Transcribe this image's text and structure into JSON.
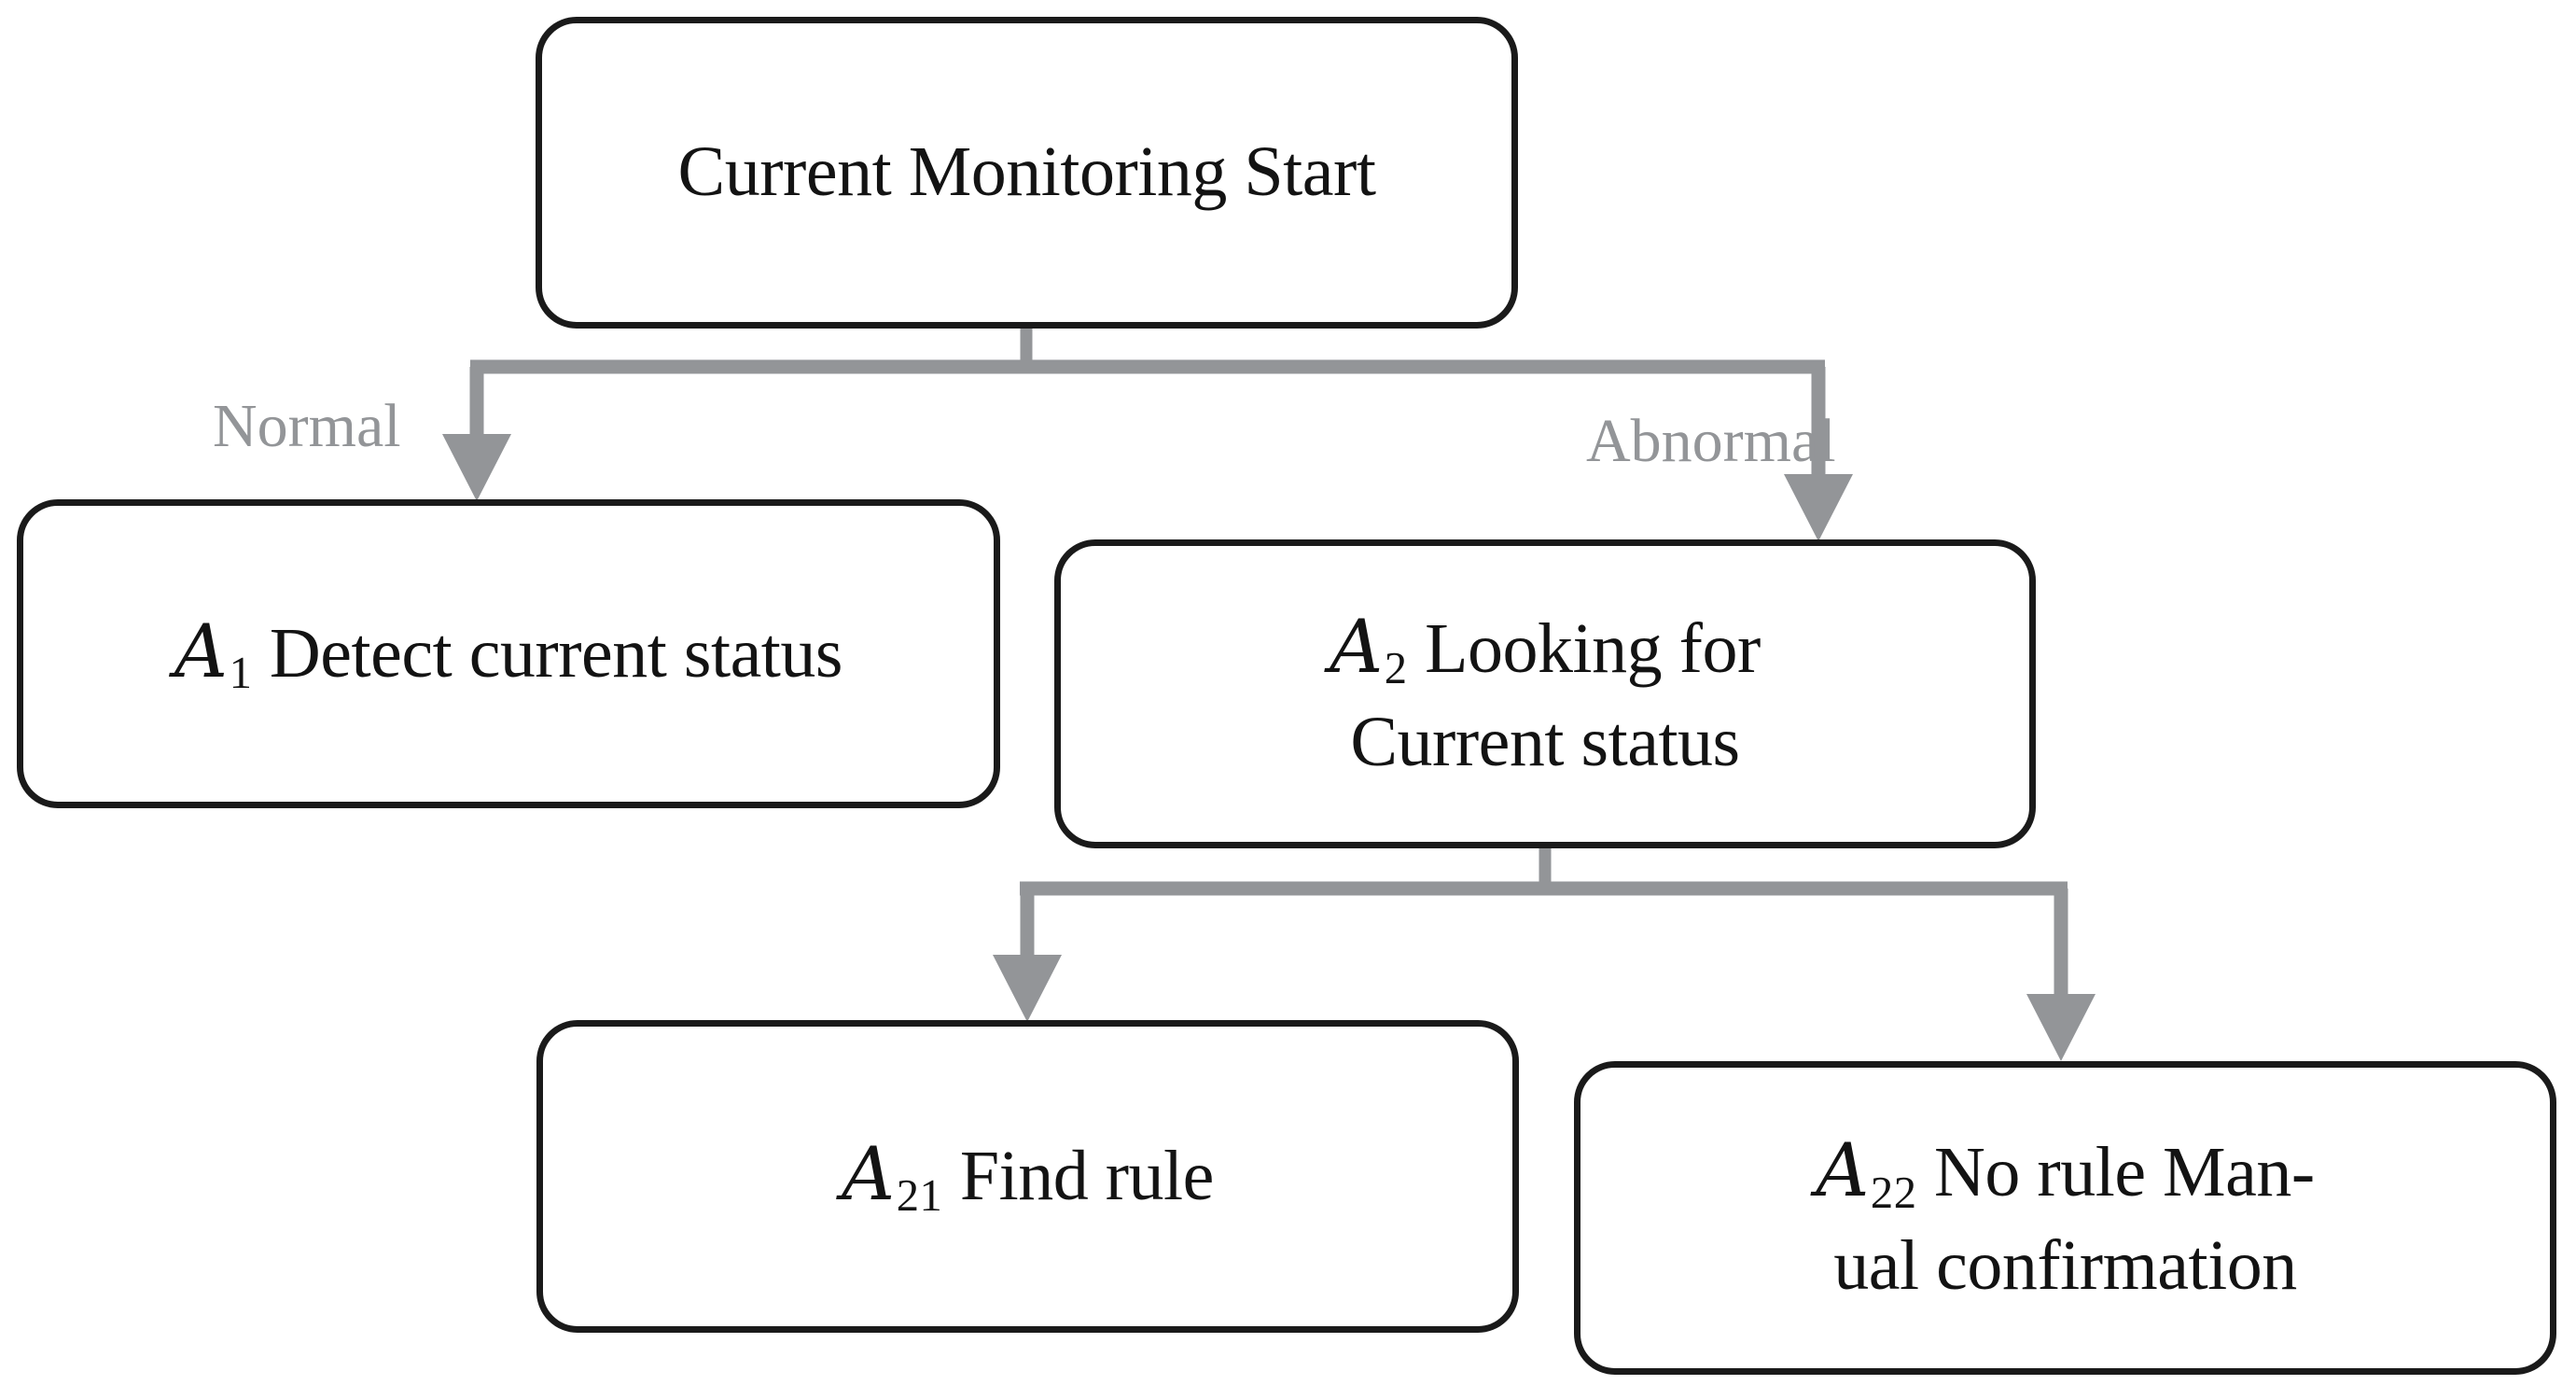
{
  "diagram": {
    "title": "Current Monitoring Start decision tree",
    "type": "flowchart",
    "orientation": "top-down",
    "colors": {
      "node_border": "#1a1a1a",
      "node_fill": "#ffffff",
      "edge": "#939598",
      "text": "#131313",
      "edge_label_text": "#939598",
      "background": "#ffffff"
    },
    "nodes": [
      {
        "id": "root",
        "label": "Current Monitoring Start",
        "prefix": "",
        "subscript": "",
        "body": "Current Monitoring Start"
      },
      {
        "id": "a1",
        "label": "A1 Detect current status",
        "prefix": "A",
        "subscript": "1",
        "body": "Detect current status"
      },
      {
        "id": "a2",
        "label": "A2 Looking for Current status",
        "prefix": "A",
        "subscript": "2",
        "body": "Looking for\nCurrent status"
      },
      {
        "id": "a21",
        "label": "A21 Find rule",
        "prefix": "A",
        "subscript": "21",
        "body": "Find rule"
      },
      {
        "id": "a22",
        "label": "A22 No rule Manual confirmation",
        "prefix": "A",
        "subscript": "22",
        "body": "No rule Man-\nual confirmation"
      }
    ],
    "edges": [
      {
        "id": "root-a1",
        "from": "root",
        "to": "a1",
        "label": "Normal"
      },
      {
        "id": "root-a2",
        "from": "root",
        "to": "a2",
        "label": "Abnormal"
      },
      {
        "id": "a2-a21",
        "from": "a2",
        "to": "a21",
        "label": ""
      },
      {
        "id": "a2-a22",
        "from": "a2",
        "to": "a22",
        "label": ""
      }
    ],
    "edge_labels": {
      "normal": "Normal",
      "abnormal": "Abnormal"
    }
  }
}
